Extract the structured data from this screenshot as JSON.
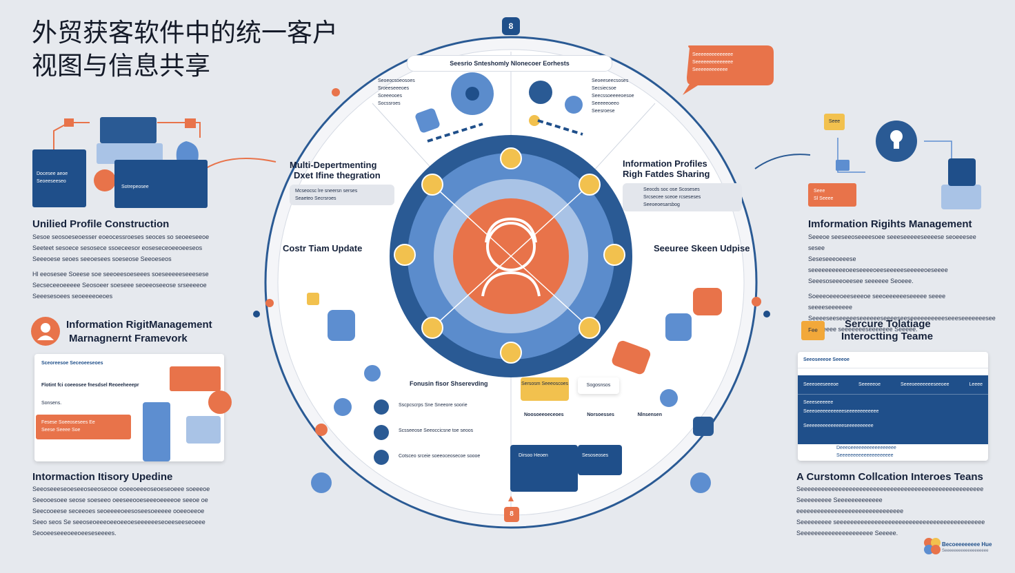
{
  "title": {
    "line1": "外贸获客软件中的统一客户",
    "line2": "视图与信息共享"
  },
  "center": {
    "top_badge": "8",
    "top_banner": "Seesrio Snteshomly  Nlonecoer Eorhests",
    "left_title_1": "Multi-Depertmenting",
    "left_title_2": "Dxet Ifine thegration",
    "left_sub_1": "Mcseocsc lre sneersn serses",
    "left_sub_2": "Seaeteo Secrsroes",
    "right_title_1": "Information Profiles",
    "right_title_2": "Righ Fatdes Sharing",
    "right_sub_1": "Seocds soc ose Scoseses",
    "right_sub_2": "Srcsecee sceoe rcseseses",
    "right_sub_3": "Seeoeoesarsbog",
    "left_mid": "Costr Tiam Update",
    "right_mid": "Seeuree Skeen Udpise",
    "bottom_title": "Fonusin fisor Shserevding",
    "bottom_items": [
      "Sscpcscrps Sne Sneeore soorie",
      "Scsseeose Seeoccicsne toe seoos",
      "Cotsceo srceie soeeoceosecoe soooe"
    ],
    "bottom_tag": "Sersosm Seeeoscoes",
    "bottom_tag2": "Sogosnsos",
    "bottom_cols": [
      "Noosoeeoeceoes",
      "Norsoesses",
      "Nlnsensen"
    ],
    "bottom_boxes": [
      "Dirsoo Heoen",
      "Sesoseoses"
    ],
    "bottom_badge": "8",
    "topleft_list": [
      "Seoeocsoeosoes",
      "Sroeeseeeoes",
      "Sceeeooes",
      "Socssroes"
    ],
    "topright_list": [
      "Seoeeseecsoses",
      "Secsiecsoe",
      "Seecssoeeeeoesoe",
      "Seeeeeoeeo",
      "Seesroese"
    ]
  },
  "left": {
    "s1_title": "Unilied Profile Construction",
    "s1_text": [
      "Sesoe seosoeseoesser eoeocessroeses seoces so seoeeseeoe",
      "Seeteet sesoece sesosece ssoeceesor eoseseceoeeoeeseos",
      "Seeeoese seoes seeoesees soeseose Seeoeseos"
    ],
    "s1_bullet": [
      "Hl eeosesee Soeese soe seeoeesoeseees soeseeeeeseeesese",
      "Secseceeoeeeee Seosoeer soeseee seoeeoseeose srseeeeoe",
      "Seeesesoees seoeeeeoeoes"
    ],
    "mini_card_label": "Docesee aeoe Seoeeseeseo",
    "mini_card_label2": "Sotrepeosee",
    "s2_title_1": "Information RigitManagement",
    "s2_title_2": "Marnagnernt Framevork",
    "s2_card_head": "Sceoreesoe Seceoeeseoes",
    "s2_card_line": "Flotint fci coeeosee fnesdsel Reoeeheeepr",
    "s2_card_sub": "Sonsens.",
    "s2_card_box": "Fesese Soeeosesees Ee",
    "s2_card_box2": "Seese Seeee Soe",
    "s3_title": "Intormaction Itisory Upedine",
    "s3_text": [
      "Seeoseeeseoeseeoseeoseooe ooeeoeeeoseoeseoeee soeeeoe",
      "Seeooesoee seose soeseeo oeeseeooeseeeoeeeeoe seeoe oe",
      "Seecooeese seceeoes seoeeeeoeesoseesoeeeee ooeeoeeoe",
      "Seeo seos Se seeoseoeeeoeeoeeoeseeeeeeseoeeseeseoeee",
      "Seooeeseeeoeeoeeseseeees."
    ]
  },
  "right": {
    "s1_title": "Imformation Rigihts Management",
    "s1_text": [
      "Seeeoe seeseeoseeeesoee seeeseeeeeseeeese seoeeesee sesee",
      "Seseseeeoeeese seeeeeeeeeeoeeseeeeoeeseeeeeseeeeeoeseeee",
      "Seeesoseeeoeesee seeeeee Seoeee."
    ],
    "s1_bullet": [
      "Soeeeoeeeoeeseeeoe seeoeeeeeeseeeee seeee seeeeseeeeeee",
      "Seeeeseeseeeeeseeeeeeseeeeseeseeeeeeeeeeseeeseeeeeeesee",
      "Seeeeeee seeeeeeeseeeeeee Seeeee."
    ],
    "s2_title_1": "Sercure Tolatiage",
    "s2_title_2": "Interoctting Teame",
    "s2_tag": "Fee",
    "s2_card_head": "Seeoseeeoe Seeeoe",
    "s2_row": [
      "Seeeoeeseeeoe",
      "Seeeeeoe",
      "Seeeoeeeeeeeseeoee",
      "Leeee"
    ],
    "s2_line1": "Seeeseeeeee",
    "s2_line2": "Seeeoeeeeeeeeeeseeeeeeeeeeee",
    "s2_line3": "Seeeeeeeeeeeeeeseeeeeeeeee",
    "s2_foot": "Deeeoeeeeeeeeeeeeeeeee",
    "s2_foot2": "Seeeeeeeeeeeeeeeeeeee",
    "s3_title": "A Curstomn Collcation Interoes Teans",
    "s3_text": [
      "Seeeeeeeeeeeeeeeeeeeeeeeeeeeeeeeeeeeeeeeeeeeeeeeeeeeee",
      "Seeeeeeeee Seeeeeeeeeeeee eeeeeeeeeeeeeeeeeeeeeeeeeeeeeee",
      "Seeeeeeeee seeeeeeeeeeeeeeeeeeeeeeeeeeeeeeeeeeeeeeeeeee",
      "Seeeeeeeeeeeeeeeeeeeee Seeeee."
    ],
    "speech": [
      "Seeeeeeeeeeeeee",
      "Seeeeeeeeeeeeee",
      "Seeeeeeeeeeee"
    ],
    "lock_card_1": "Seee",
    "lock_card_2": "Sl Seeee",
    "top_tag": "Seee",
    "logo_text": "Becoeeeeeeee Hue",
    "logo_sub": "Seeeeeeeeeeeeeeeeeee"
  },
  "colors": {
    "navy": "#1f4f8a",
    "orange": "#e8734a",
    "blue": "#5d8ed0",
    "yellow": "#f2c14e"
  }
}
